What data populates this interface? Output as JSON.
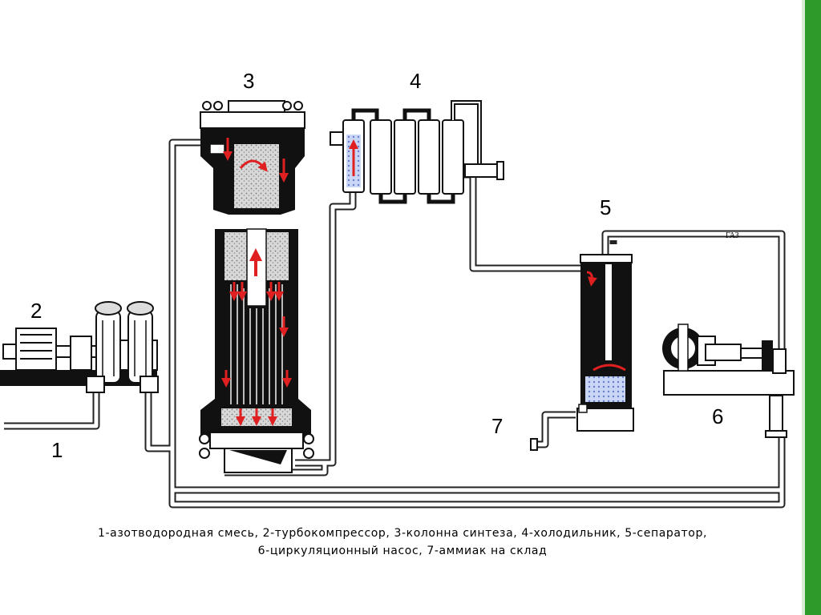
{
  "labels": {
    "l1": "1",
    "l2": "2",
    "l3": "3",
    "l4": "4",
    "l5": "5",
    "l6": "6",
    "l7": "7",
    "gas": "ГАЗ"
  },
  "caption": {
    "line1": "1-азотводородная смесь, 2-турбокомпрессор, 3-колонна синтеза, 4-холодильник, 5-сепаратор,",
    "line2": "6-циркуляционный насос, 7-аммиак на склад"
  },
  "colors": {
    "accent_bar": "#2e9a2a",
    "flow_arrows": "#e02020",
    "equipment_dark": "#111111",
    "liquid": "#b9c8f2"
  }
}
